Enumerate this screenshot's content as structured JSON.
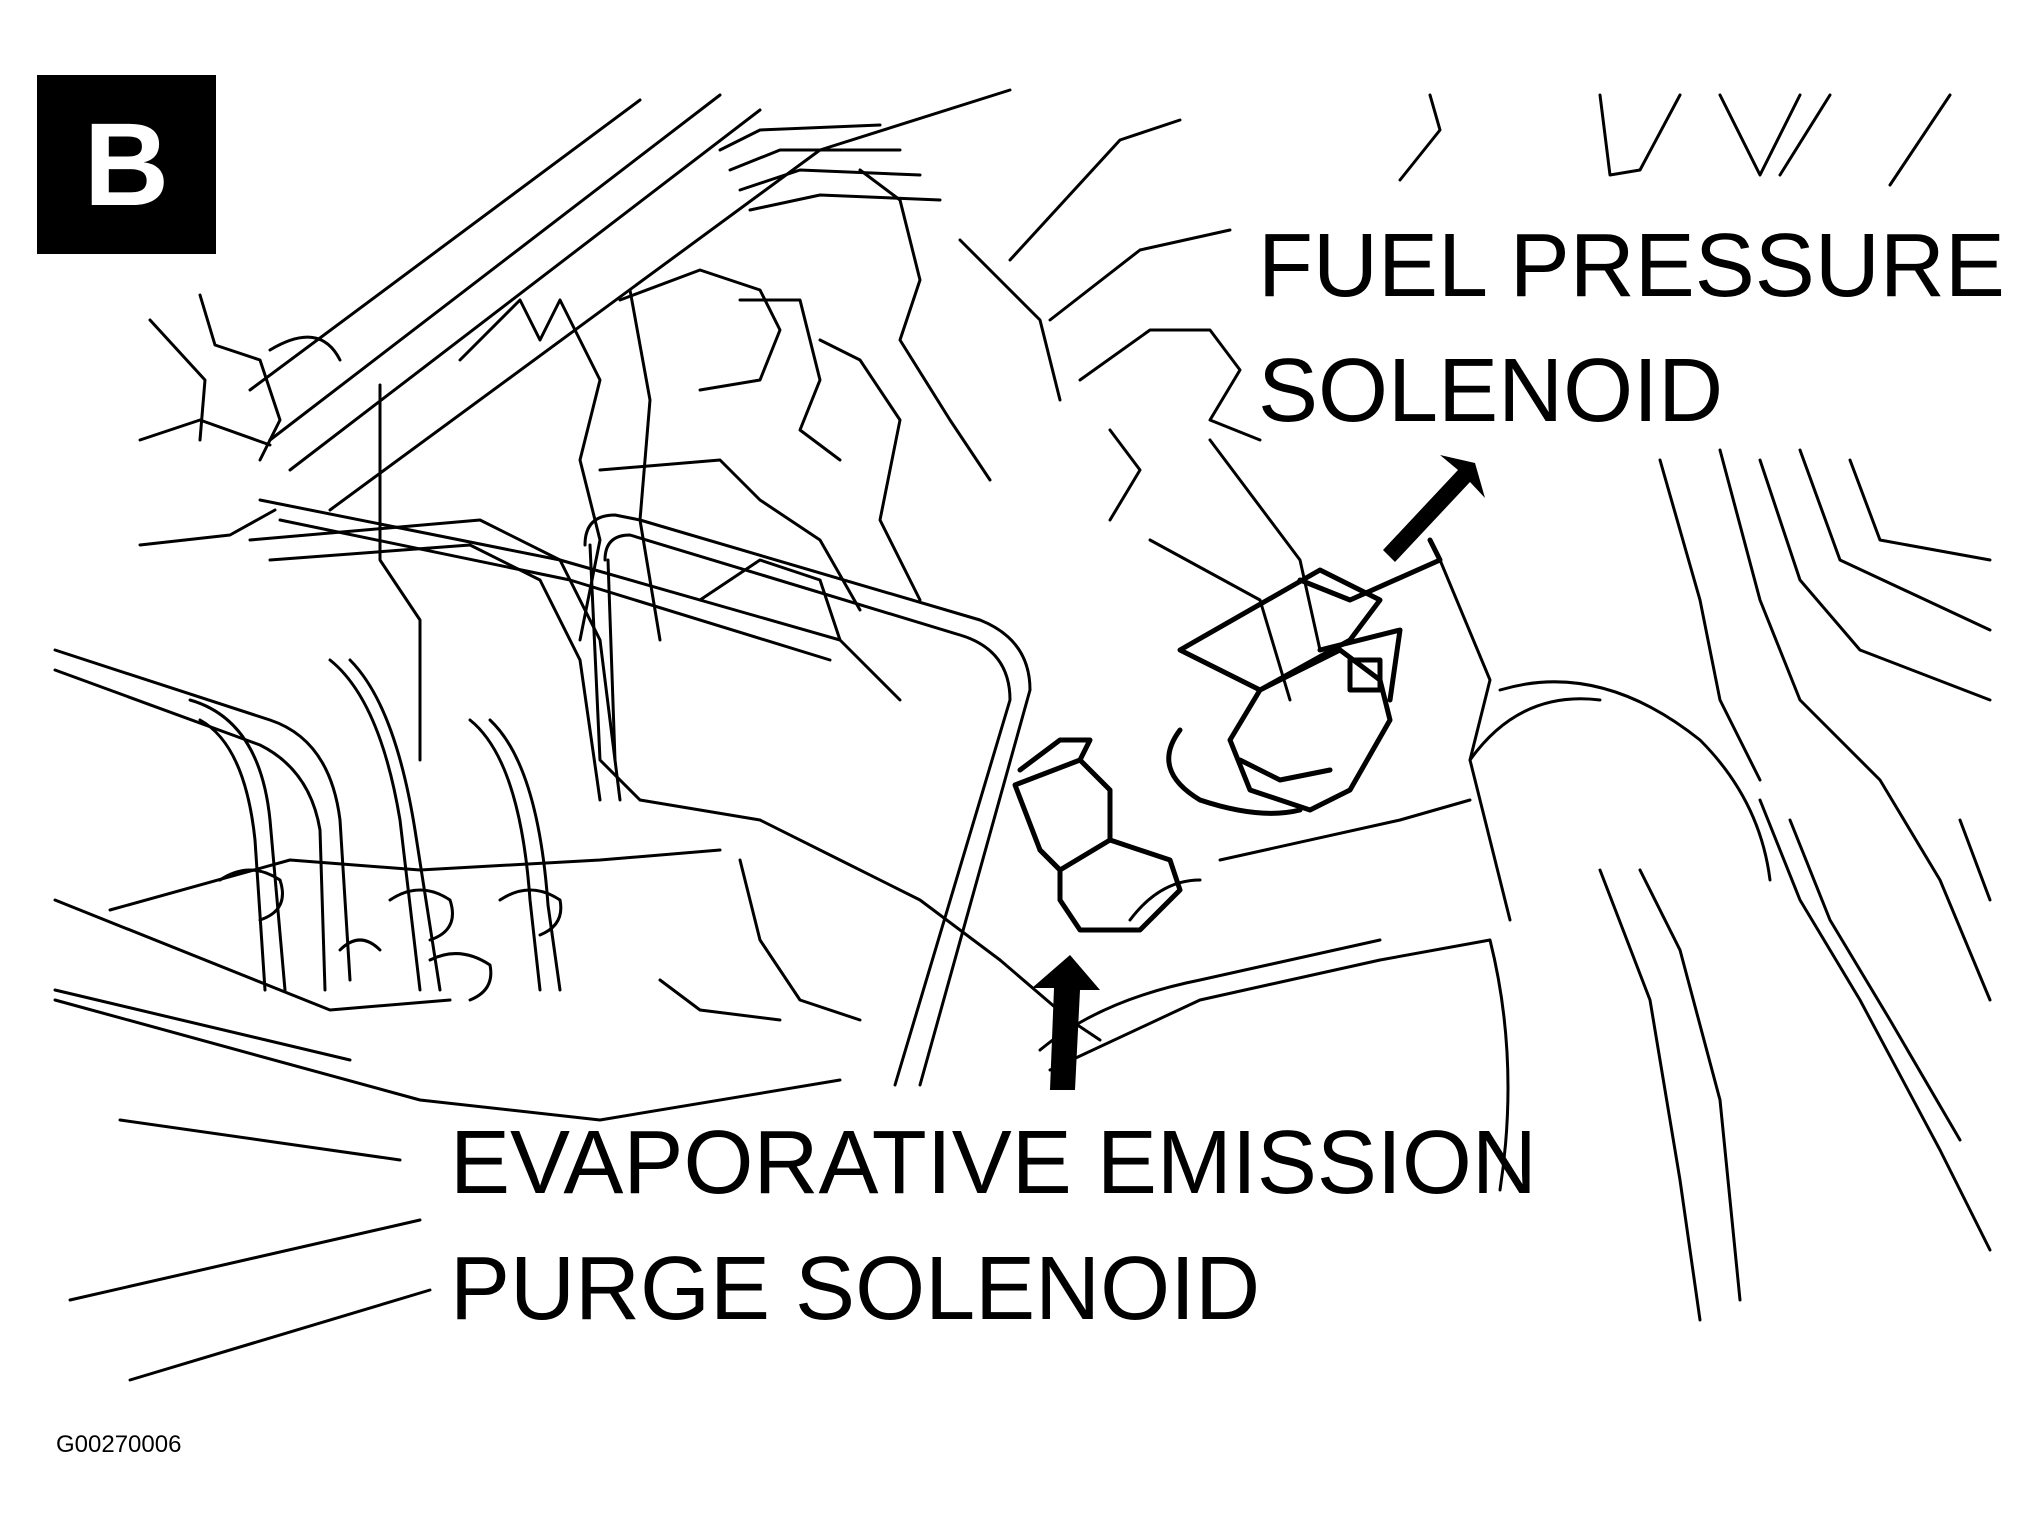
{
  "badge": {
    "letter": "B"
  },
  "callouts": {
    "fuel_pressure": {
      "line1": "FUEL PRESSURE",
      "line2": "SOLENOID"
    },
    "evap_purge": {
      "line1": "EVAPORATIVE EMISSION",
      "line2": "PURGE SOLENOID"
    }
  },
  "figure_code": "G00270006",
  "icons": {
    "arrow": "filled-arrow-icon"
  },
  "colors": {
    "ink": "#000000",
    "paper": "#ffffff"
  }
}
